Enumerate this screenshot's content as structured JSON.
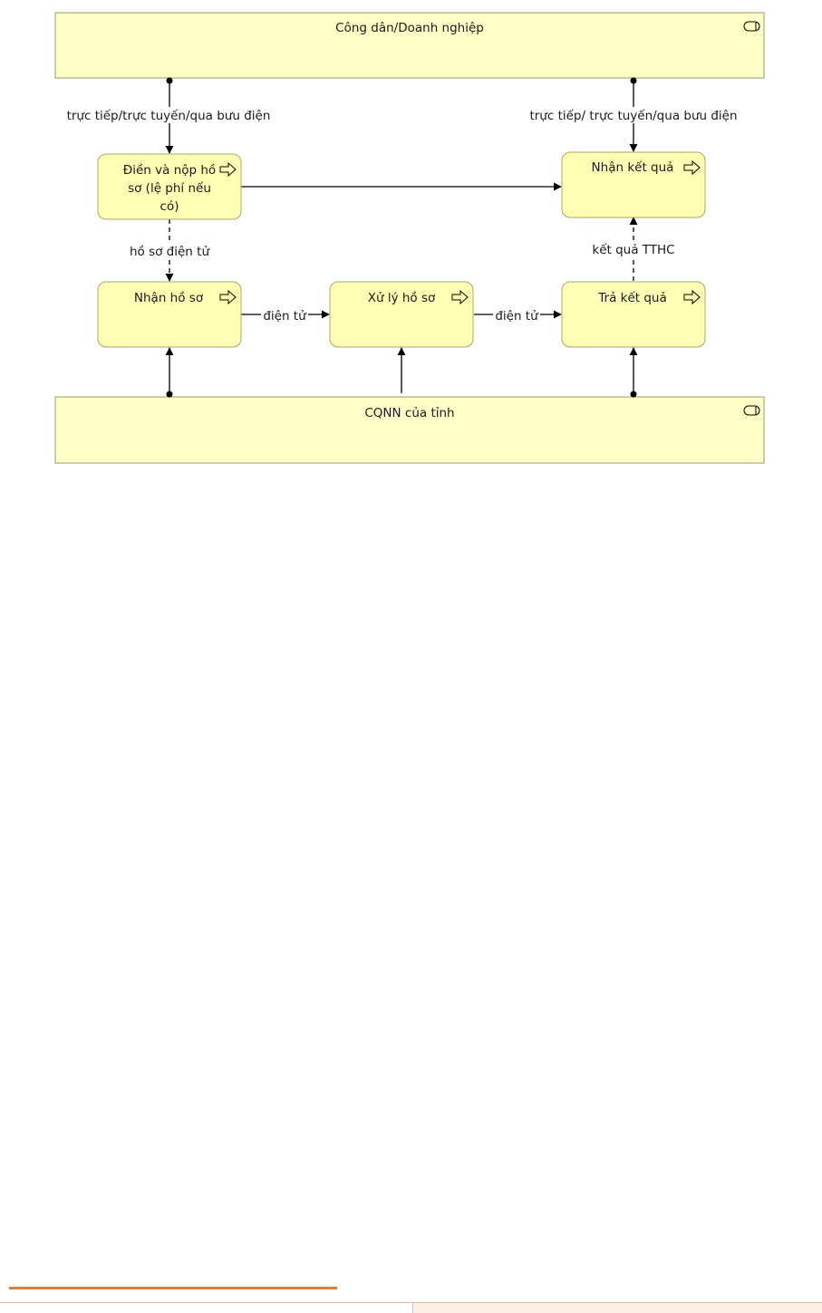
{
  "lanes": {
    "citizen": "Công dân/Doanh nghiệp",
    "agency": "CQNN của tỉnh"
  },
  "processes": {
    "submit": [
      "Điền và nộp hồ",
      "sơ (lệ phí nếu",
      "có)"
    ],
    "receive_result": "Nhận kết quả",
    "receive_dossier": "Nhận hồ sơ",
    "process_dossier": "Xử lý hồ sơ",
    "return_result": "Trả kết quả"
  },
  "edge_labels": {
    "submit_channel": "trực tiếp/trực tuyến/qua bưu điện",
    "result_channel": "trực tiếp/ trực tuyến/qua bưu điện",
    "electronic_dossier": "hồ sơ điện tử",
    "result_tthc": "kết quả TTHC",
    "electronic_1": "điện tử",
    "electronic_2": "điện tử"
  },
  "colors": {
    "lane_fill": "#ffffc8",
    "process_fill": "#ffffb4",
    "footer_accent": "#e07e32"
  }
}
